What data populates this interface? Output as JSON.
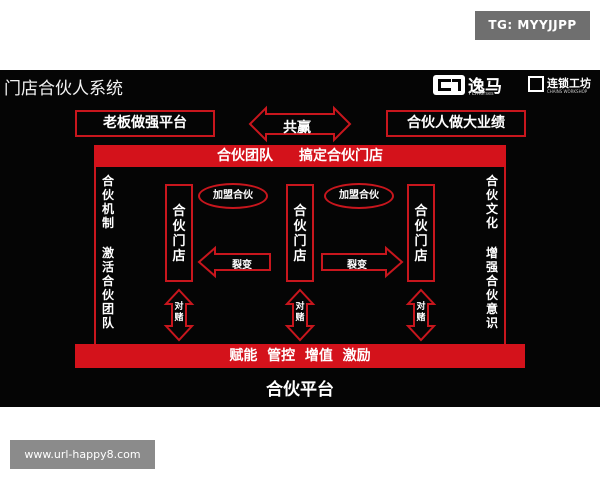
{
  "badge_top": "TG: MYYJJPP",
  "badge_bottom": "www.url-happy8.com",
  "panel": {
    "title": "门店合伙人系统",
    "logo": {
      "brand_cn": "逸马",
      "brand_en": "FLYhorses",
      "sub_cn": "连锁工坊",
      "sub_en": "CHAINS WORKSHOP"
    },
    "top_left": "老板做强平台",
    "top_mid": "共赢",
    "top_right": "合伙人做大业绩",
    "team_bar": {
      "left": "合伙团队",
      "right": "搞定合伙门店"
    },
    "left_col": {
      "top": "合伙机制",
      "bottom": "激活合伙团队"
    },
    "right_col": {
      "top": "合伙文化",
      "bottom": "增强合伙意识"
    },
    "store": "合伙门店",
    "join": "加盟合伙",
    "split": "裂变",
    "bet": "对赌",
    "bottom_bar": "赋能  管控  增值  激励",
    "platform": "合伙平台"
  },
  "colors": {
    "accent": "#d4121b",
    "background": "#050505"
  }
}
